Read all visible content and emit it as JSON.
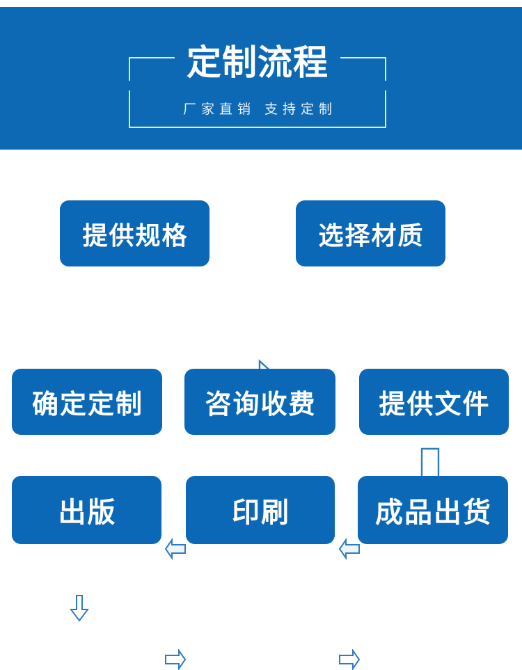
{
  "banner": {
    "title": "定制流程",
    "subtitle": "厂家直销  支持定制",
    "background_color": "#0e69b4",
    "frame_color": "#dfeaf6",
    "title_color": "#ffffff"
  },
  "flow": {
    "box_color": "#0b68b6",
    "box_text_color": "#ffffff",
    "arrow_color": "#2e7cc0",
    "arrow_fill": "#ffffff",
    "rows": [
      {
        "id": "row-1",
        "boxes": [
          {
            "label": "提供规格"
          },
          {
            "label": "选择材质"
          }
        ],
        "connector": "arrow-right-large"
      },
      {
        "id": "row-2",
        "boxes": [
          {
            "label": "确定定制"
          },
          {
            "label": "咨询收费"
          },
          {
            "label": "提供文件"
          }
        ],
        "connector": "arrow-left-small"
      },
      {
        "id": "row-3",
        "boxes": [
          {
            "label": "出版"
          },
          {
            "label": "印刷"
          },
          {
            "label": "成品出货"
          }
        ],
        "connector": "arrow-right-small"
      }
    ],
    "connectors": [
      {
        "name": "arrow-right-large",
        "direction": "right",
        "from": "提供规格",
        "to": "选择材质"
      },
      {
        "name": "arrow-down-large",
        "direction": "down",
        "from": "选择材质",
        "to": "提供文件"
      },
      {
        "name": "arrow-left-mid",
        "direction": "left",
        "from": "咨询收费",
        "to": "确定定制"
      },
      {
        "name": "arrow-left-right",
        "direction": "left",
        "from": "提供文件",
        "to": "咨询收费"
      },
      {
        "name": "arrow-down-small",
        "direction": "down",
        "from": "确定定制",
        "to": "出版"
      },
      {
        "name": "arrow-right-mid",
        "direction": "right",
        "from": "出版",
        "to": "印刷"
      },
      {
        "name": "arrow-right-last",
        "direction": "right",
        "from": "印刷",
        "to": "成品出货"
      }
    ]
  }
}
